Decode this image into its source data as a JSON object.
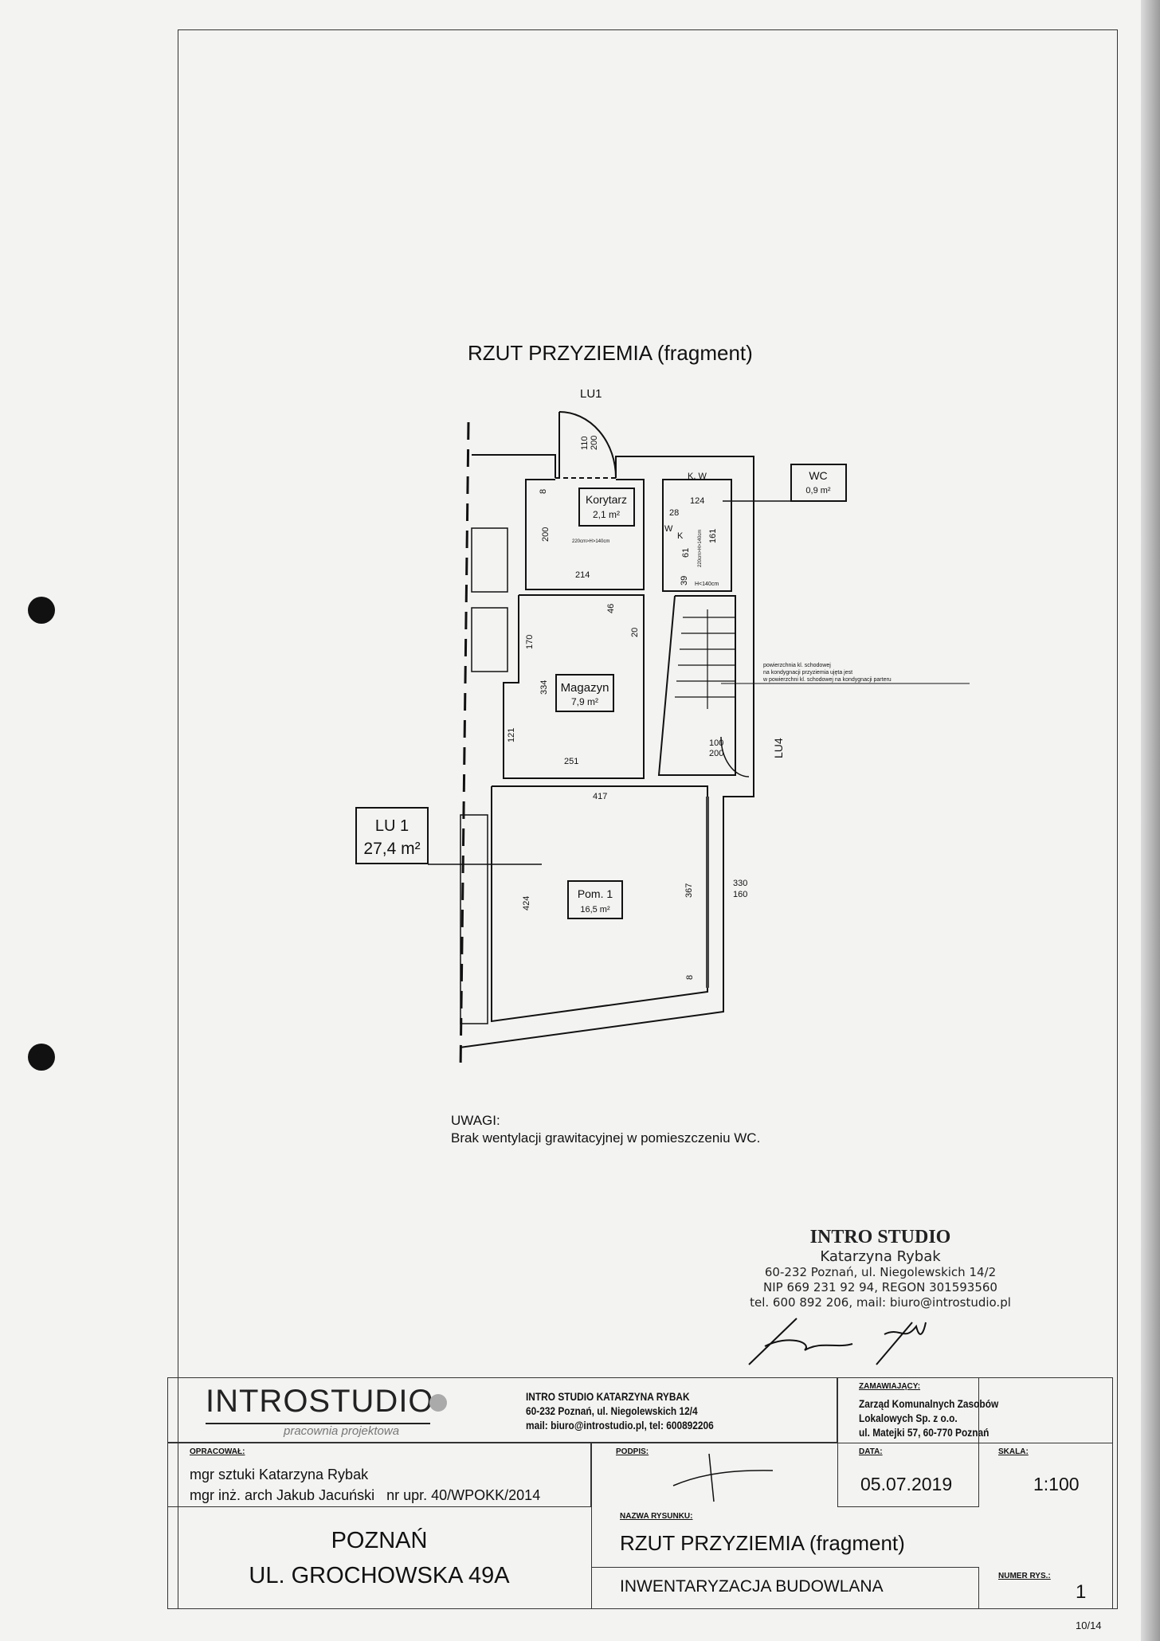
{
  "drawing_title": "RZUT PRZYZIEMIA (fragment)",
  "plan": {
    "door_lu1": "LU1",
    "door_lu4": "LU4",
    "rooms": {
      "korytarz": {
        "name": "Korytarz",
        "area": "2,1 m²"
      },
      "wc": {
        "name": "WC",
        "area": "0,9 m²"
      },
      "magazyn": {
        "name": "Magazyn",
        "area": "7,9 m²"
      },
      "pom1": {
        "name": "Pom. 1",
        "area": "16,5 m²"
      },
      "lu1": {
        "name": "LU 1",
        "area": "27,4 m²"
      }
    },
    "dims": [
      "110",
      "200",
      "8",
      "200",
      "220cm>H>140cm",
      "214",
      "K, W",
      "124",
      "28",
      "W",
      "K",
      "61",
      "220cm>H>140cm",
      "161",
      "39",
      "H<140cm",
      "46",
      "20",
      "170",
      "334",
      "121",
      "251",
      "100",
      "200",
      "417",
      "424",
      "367",
      "330",
      "160",
      "8"
    ],
    "stair_note": [
      "powierzchnia kl. schodowej",
      "na kondygnacji przyziemia ujęta jest",
      "w powierzchni kl. schodowej na kondygnacji parteru"
    ]
  },
  "notes": {
    "heading": "UWAGI:",
    "text": "Brak wentylacji grawitacyjnej w pomieszczeniu WC."
  },
  "stamp": {
    "line1": "INTRO STUDIO",
    "line2": "Katarzyna Rybak",
    "line3": "60-232 Poznań, ul. Niegolewskich 14/2",
    "line4": "NIP 669 231 92 94, REGON 301593560",
    "line5": "tel. 600 892 206, mail: biuro@introstudio.pl"
  },
  "title_block": {
    "logo_main": "INTROSTUDIO",
    "logo_sub": "pracownia projektowa",
    "company": [
      "INTRO STUDIO KATARZYNA RYBAK",
      "60-232 Poznań, ul. Niegolewskich 12/4",
      "mail: biuro@introstudio.pl, tel: 600892206"
    ],
    "client_label": "ZAMAWIAJĄCY:",
    "client": [
      "Zarząd Komunalnych Zasobów",
      "Lokalowych Sp. z o.o.",
      "ul. Matejki 57, 60-770 Poznań"
    ],
    "prepared_label": "OPRACOWAŁ:",
    "prepared": [
      "mgr sztuki Katarzyna Rybak",
      "mgr inż. arch Jakub Jacuński   nr upr. 40/WPOKK/2014"
    ],
    "signature_label": "PODPIS:",
    "date_label": "DATA:",
    "date": "05.07.2019",
    "scale_label": "SKALA:",
    "scale": "1:100",
    "city": "POZNAŃ",
    "address": "UL. GROCHOWSKA 49A",
    "drawing_name_label": "NAZWA RYSUNKU:",
    "drawing_name": "RZUT PRZYZIEMIA (fragment)",
    "project_type": "INWENTARYZACJA BUDOWLANA",
    "number_label": "NUMER RYS.:",
    "number": "1"
  },
  "page_number": "10/14"
}
